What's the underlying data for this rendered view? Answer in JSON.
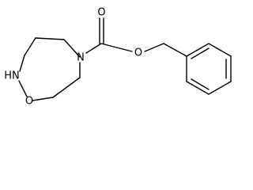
{
  "molecule": {
    "atoms": {
      "carbonyl_oxygen": "O",
      "ester_oxygen": "O",
      "ring_nitrogen": "N",
      "ring_nh": "HN",
      "ring_oxygen": "O"
    }
  },
  "colors": {
    "bond": "#000000",
    "background": "#ffffff"
  }
}
